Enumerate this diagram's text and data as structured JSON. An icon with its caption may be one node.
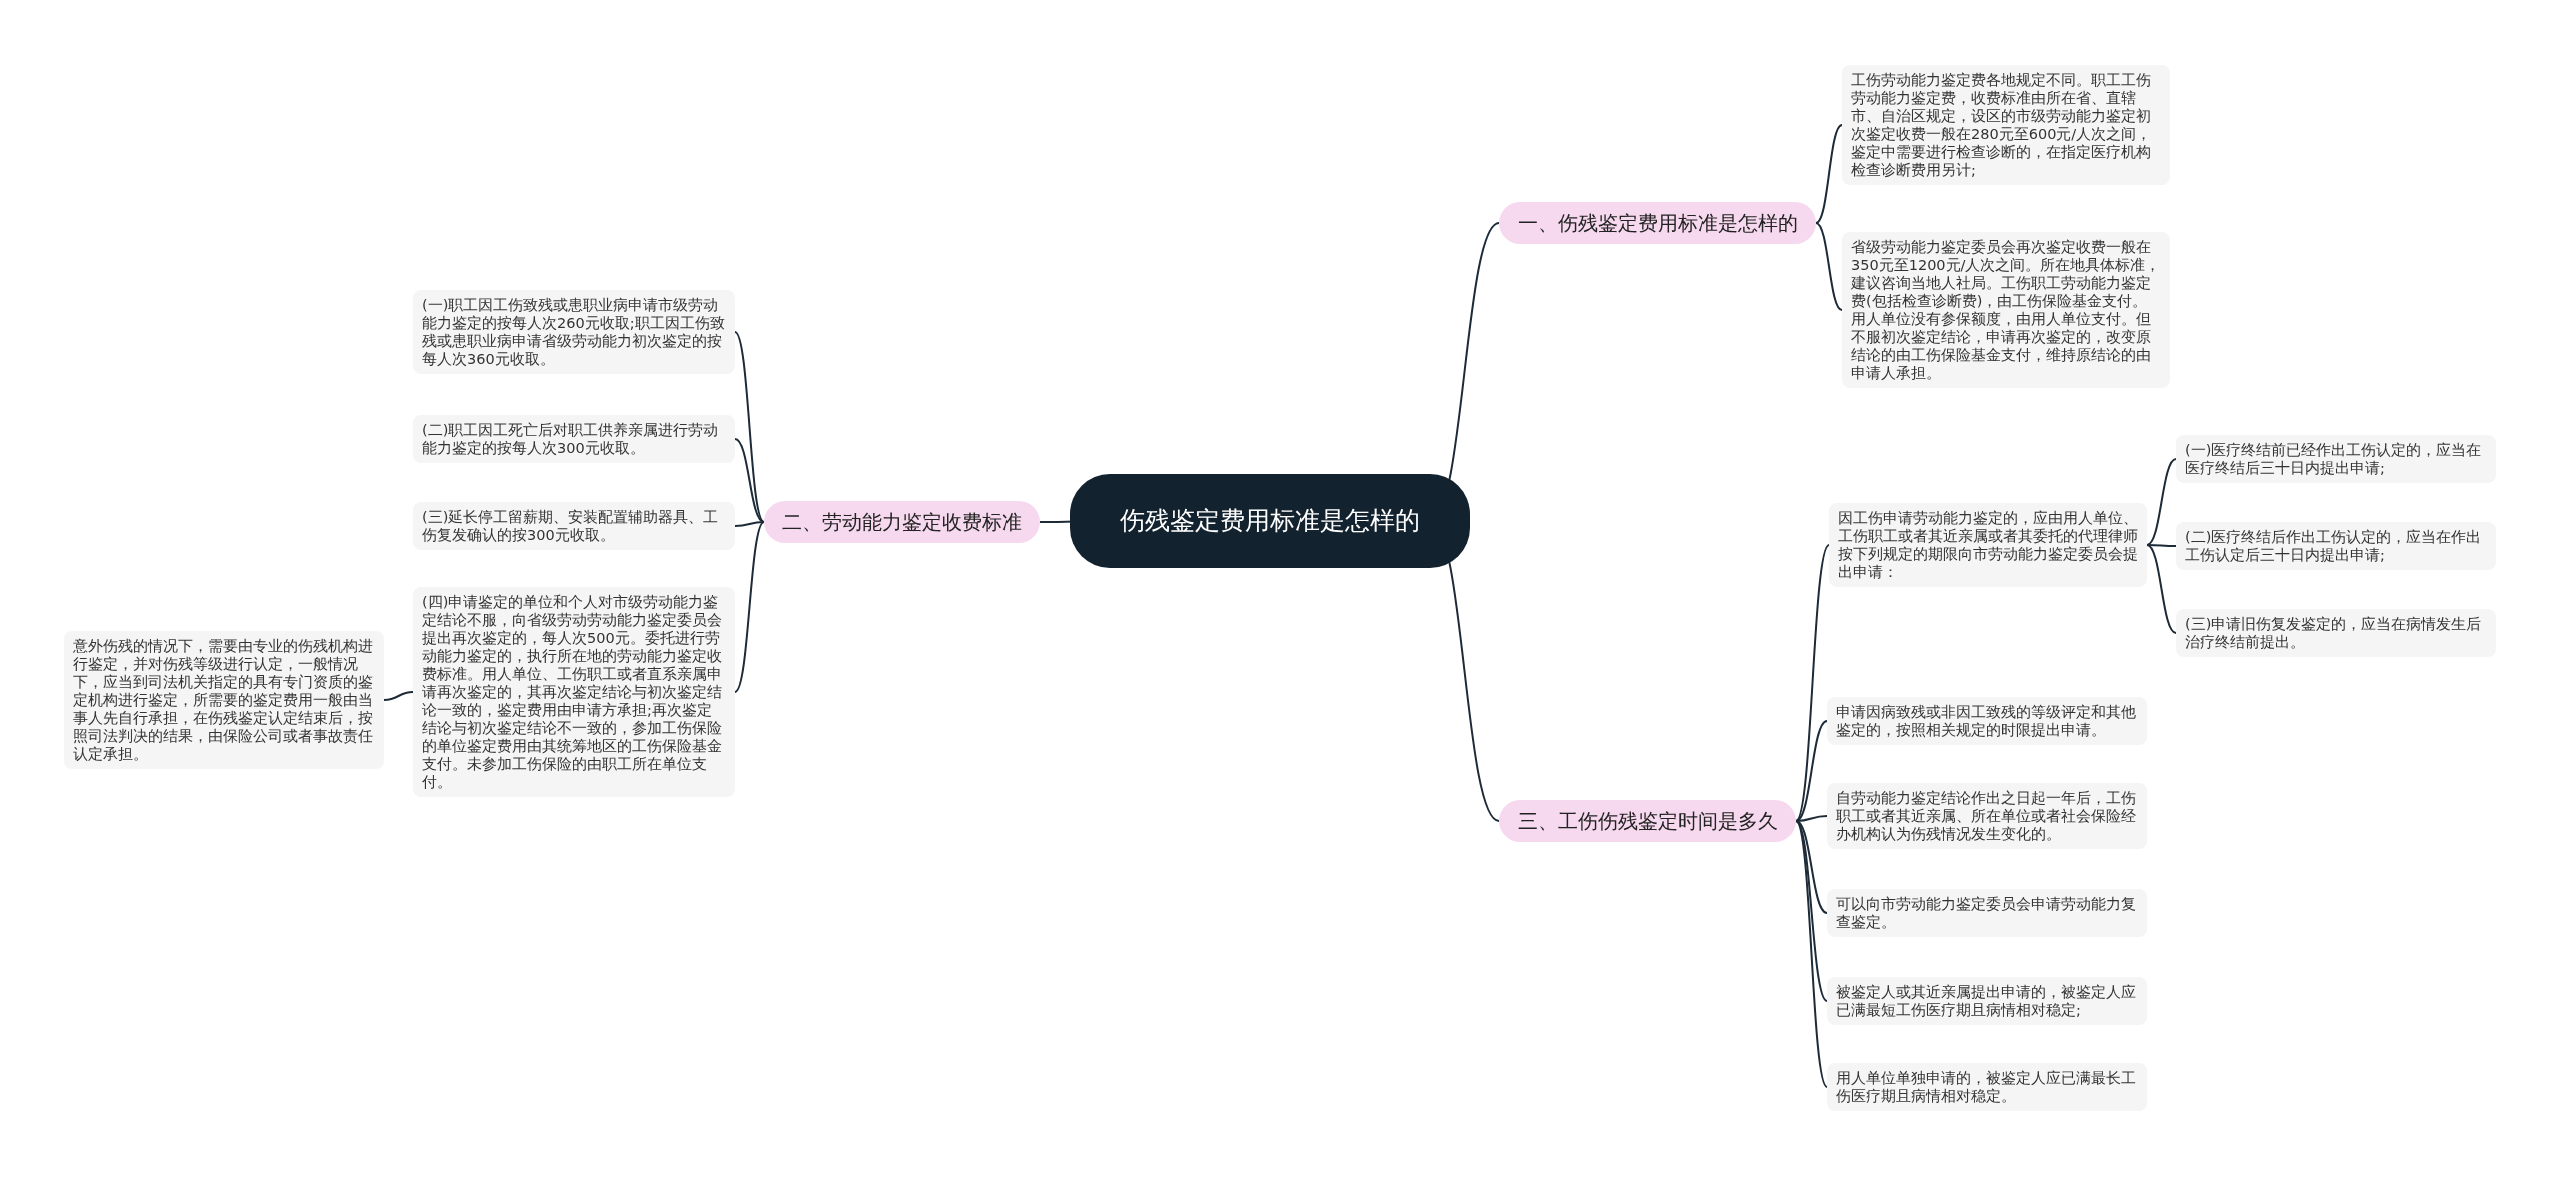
{
  "diagram": {
    "nodes": [
      {
        "text": [
          "伤残鉴定费用标准是怎样的"
        ]
      },
      {
        "text": [
          "一、伤残鉴定费用标准是怎样的"
        ]
      },
      {
        "text": [
          "工伤劳动能力鉴定费各地规定不同。职工工伤劳动能力鉴定费，收费标准由所在省、直辖市、自治区规定，设区的市级劳动能力鉴定初次鉴定收费一般在280元至600元/人次之间，鉴定中需要进行检查诊断的，在指定医疗机构检查诊断费用另计;"
        ]
      },
      {
        "text": [
          "省级劳动能力鉴定委员会再次鉴定收费一般在350元至1200元/人次之间。所在地具体标准，建议咨询当地人社局。工伤职工劳动能力鉴定费(包括检查诊断费)，由工伤保险基金支付。用人单位没有参保额度，由用人单位支付。但不服初次鉴定结论，申请再次鉴定的，改变原结论的由工伤保险基金支付，维持原结论的由申请人承担。"
        ]
      },
      {
        "text": [
          "二、劳动能力鉴定收费标准"
        ]
      },
      {
        "text": [
          "(一)职工因工伤致残或患职业病申请市级劳动能力鉴定的按每人次260元收取;职工因工伤致残或患职业病申请省级劳动能力初次鉴定的按每人次360元收取。"
        ]
      },
      {
        "text": [
          "(二)职工因工死亡后对职工供养亲属进行劳动能力鉴定的按每人次300元收取。"
        ]
      },
      {
        "text": [
          "(三)延长停工留薪期、安装配置辅助器具、工伤复发确认的按300元收取。"
        ]
      },
      {
        "text": [
          "(四)申请鉴定的单位和个人对市级劳动能力鉴定结论不服，向省级劳动劳动能力鉴定委员会提出再次鉴定的，每人次500元。委托进行劳动能力鉴定的，执行所在地的劳动能力鉴定收费标准。用人单位、工伤职工或者直系亲属申请再次鉴定的，其再次鉴定结论与初次鉴定结论一致的，鉴定费用由申请方承担;再次鉴定结论与初次鉴定结论不一致的，参加工伤保险的单位鉴定费用由其统筹地区的工伤保险基金支付。未参加工伤保险的由职工所在单位支付。"
        ]
      },
      {
        "text": [
          "意外伤残的情况下，需要由专业的伤残机构进行鉴定，并对伤残等级进行认定，一般情况下，应当到司法机关指定的具有专门资质的鉴定机构进行鉴定，所需要的鉴定费用一般由当事人先自行承担，在伤残鉴定认定结束后，按照司法判决的结果，由保险公司或者事故责任认定承担。"
        ]
      },
      {
        "text": [
          "三、工伤伤残鉴定时间是多久"
        ]
      },
      {
        "text": [
          "因工伤申请劳动能力鉴定的，应由用人单位、工伤职工或者其近亲属或者其委托的代理律师按下列规定的期限向市劳动能力鉴定委员会提出申请："
        ]
      },
      {
        "text": [
          "(一)医疗终结前已经作出工伤认定的，应当在医疗终结后三十日内提出申请;"
        ]
      },
      {
        "text": [
          "(二)医疗终结后作出工伤认定的，应当在作出工伤认定后三十日内提出申请;"
        ]
      },
      {
        "text": [
          "(三)申请旧伤复发鉴定的，应当在病情发生后治疗终结前提出。"
        ]
      },
      {
        "text": [
          "申请因病致残或非因工致残的等级评定和其他鉴定的，按照相关规定的时限提出申请。"
        ]
      },
      {
        "text": [
          "自劳动能力鉴定结论作出之日起一年后，工伤职工或者其近亲属、所在单位或者社会保险经办机构认为伤残情况发生变化的。"
        ]
      },
      {
        "text": [
          "可以向市劳动能力鉴定委员会申请劳动能力复查鉴定。"
        ]
      },
      {
        "text": [
          "被鉴定人或其近亲属提出申请的，被鉴定人应已满最短工伤医疗期且病情相对稳定;"
        ]
      },
      {
        "text": [
          "用人单位单独申请的，被鉴定人应已满最长工伤医疗期且病情相对稳定。"
        ]
      }
    ],
    "edges": [
      {
        "from": 0,
        "to": 1,
        "arrow": "none"
      },
      {
        "from": 1,
        "to": 2,
        "arrow": "none"
      },
      {
        "from": 1,
        "to": 3,
        "arrow": "none"
      },
      {
        "from": 0,
        "to": 4,
        "arrow": "none"
      },
      {
        "from": 4,
        "to": 5,
        "arrow": "none"
      },
      {
        "from": 4,
        "to": 6,
        "arrow": "none"
      },
      {
        "from": 4,
        "to": 7,
        "arrow": "none"
      },
      {
        "from": 4,
        "to": 8,
        "arrow": "none"
      },
      {
        "from": 8,
        "to": 9,
        "arrow": "none"
      },
      {
        "from": 0,
        "to": 10,
        "arrow": "none"
      },
      {
        "from": 10,
        "to": 11,
        "arrow": "none"
      },
      {
        "from": 11,
        "to": 12,
        "arrow": "none"
      },
      {
        "from": 11,
        "to": 13,
        "arrow": "none"
      },
      {
        "from": 11,
        "to": 14,
        "arrow": "none"
      },
      {
        "from": 10,
        "to": 15,
        "arrow": "none"
      },
      {
        "from": 10,
        "to": 16,
        "arrow": "none"
      },
      {
        "from": 10,
        "to": 17,
        "arrow": "none"
      },
      {
        "from": 10,
        "to": 18,
        "arrow": "none"
      },
      {
        "from": 10,
        "to": 19,
        "arrow": "none"
      }
    ]
  }
}
